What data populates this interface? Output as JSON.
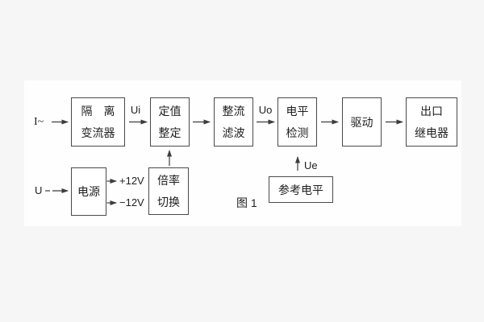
{
  "figure": {
    "caption": "图 1",
    "colors": {
      "background": "#f6f6f6",
      "panel": "#fefefe",
      "line": "#3c3c3c",
      "text": "#1f1f1f"
    }
  },
  "inputs": {
    "current": "I~",
    "voltage": "U"
  },
  "signals": {
    "ui": "Ui",
    "uo": "Uo",
    "ue": "Ue",
    "pos_rail": "+12V",
    "neg_rail": "−12V"
  },
  "blocks": {
    "isolation_transformer": {
      "line1": "隔　离",
      "line2": "变流器"
    },
    "setpoint_adjust": {
      "line1": "定值",
      "line2": "整定"
    },
    "rectifier_filter": {
      "line1": "整流",
      "line2": "滤波"
    },
    "level_detect": {
      "line1": "电平",
      "line2": "检测"
    },
    "driver": {
      "label": "驱动"
    },
    "output_relay": {
      "line1": "出口",
      "line2": "继电器"
    },
    "power_supply": {
      "label": "电源"
    },
    "ratio_switch": {
      "line1": "倍率",
      "line2": "切换"
    },
    "reference_level": {
      "label": "参考电平"
    }
  }
}
